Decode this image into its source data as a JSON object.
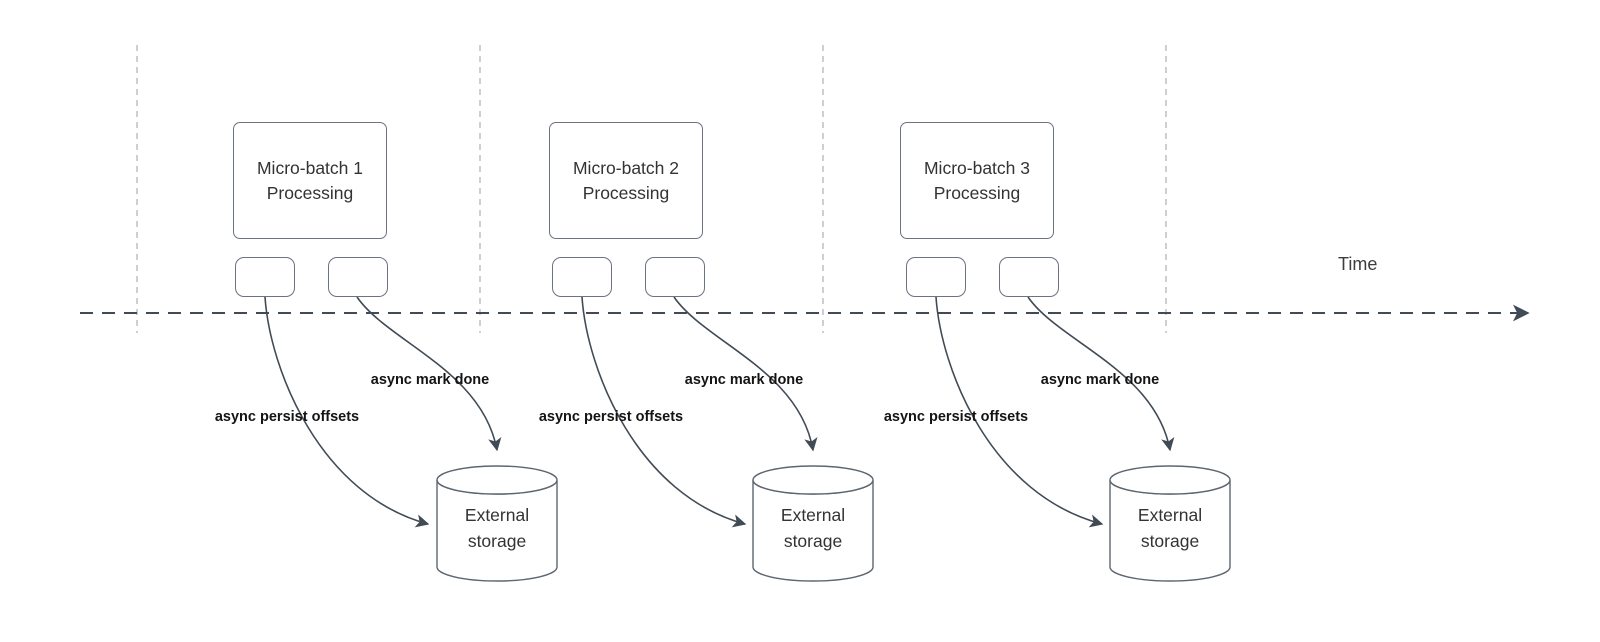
{
  "diagram": {
    "time_label": "Time",
    "batches": [
      {
        "title_line1": "Micro-batch 1",
        "title_line2": "Processing",
        "persist_label": "async persist offsets",
        "mark_done_label": "async mark done",
        "storage_line1": "External",
        "storage_line2": "storage"
      },
      {
        "title_line1": "Micro-batch 2",
        "title_line2": "Processing",
        "persist_label": "async persist offsets",
        "mark_done_label": "async mark done",
        "storage_line1": "External",
        "storage_line2": "storage"
      },
      {
        "title_line1": "Micro-batch 3",
        "title_line2": "Processing",
        "persist_label": "async persist offsets",
        "mark_done_label": "async mark done",
        "storage_line1": "External",
        "storage_line2": "storage"
      }
    ]
  }
}
